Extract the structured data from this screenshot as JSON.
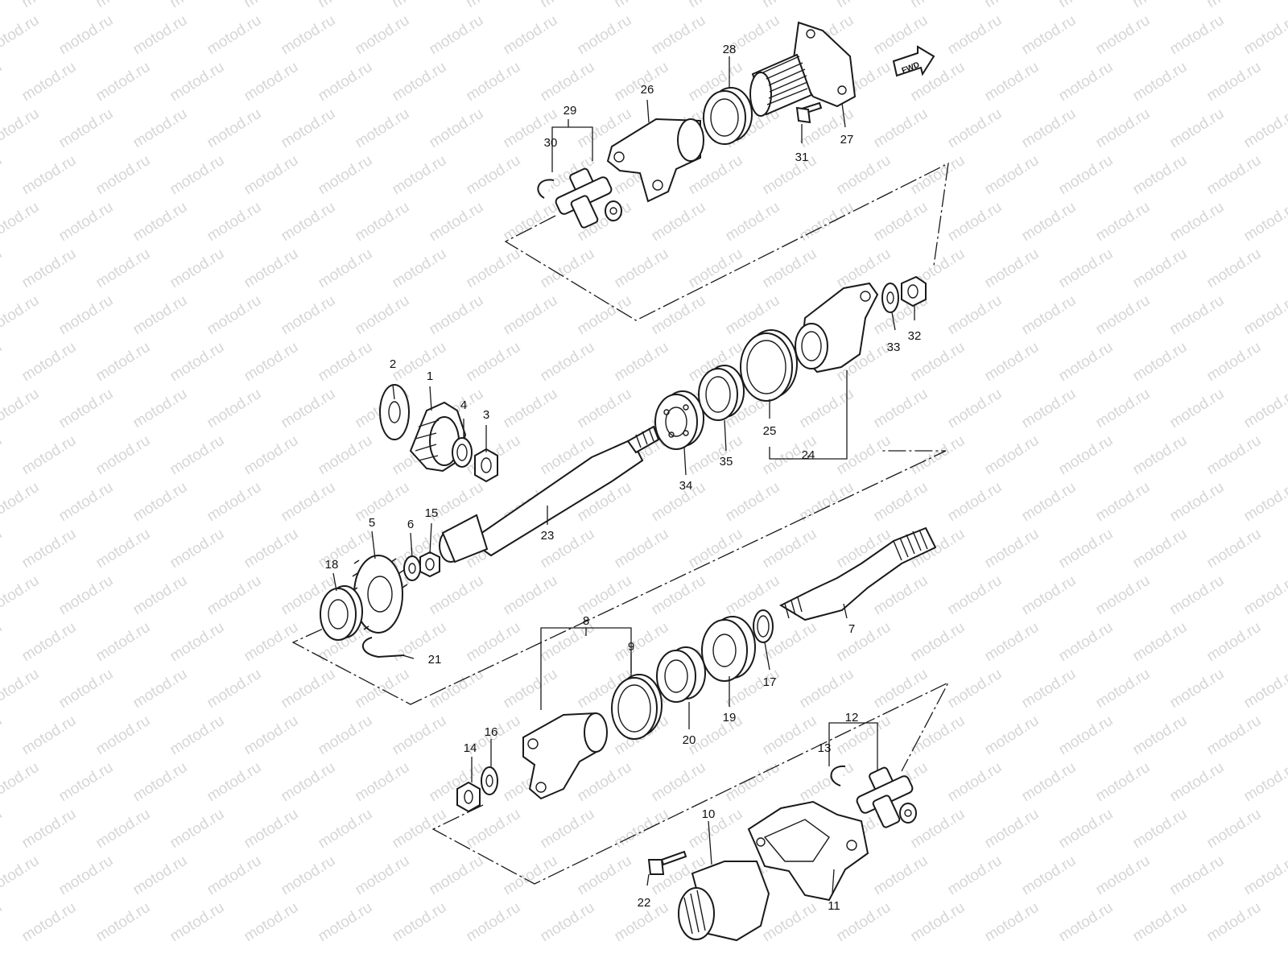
{
  "diagram": {
    "watermark": "motod.ru",
    "direction_badge": "FWD",
    "callouts": [
      "1",
      "2",
      "3",
      "4",
      "5",
      "6",
      "7",
      "8",
      "9",
      "10",
      "11",
      "12",
      "13",
      "14",
      "15",
      "16",
      "17",
      "18",
      "19",
      "20",
      "21",
      "22",
      "23",
      "24",
      "25",
      "26",
      "27",
      "28",
      "29",
      "30",
      "31",
      "32",
      "33",
      "34",
      "35"
    ]
  }
}
